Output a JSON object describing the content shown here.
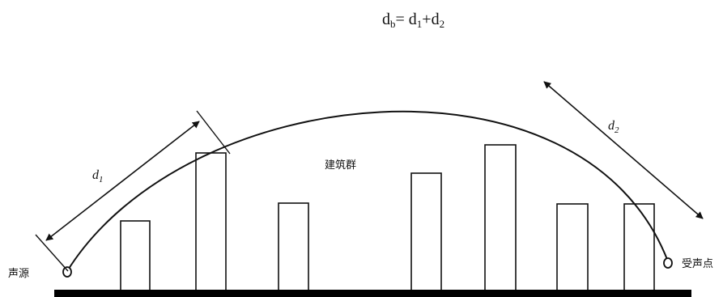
{
  "formula": {
    "lhs_var": "d",
    "lhs_sub": "b",
    "equals": "= ",
    "t1_var": "d",
    "t1_sub": "1",
    "plus": "+",
    "t2_var": "d",
    "t2_sub": "2"
  },
  "labels": {
    "source": "声源",
    "receiver": "受声点",
    "buildings": "建筑群",
    "d1_var": "d",
    "d1_sub": "1",
    "d2_var": "d",
    "d2_sub": "2"
  },
  "colors": {
    "ink": "#111111",
    "ground": "#000000",
    "background": "#ffffff"
  }
}
